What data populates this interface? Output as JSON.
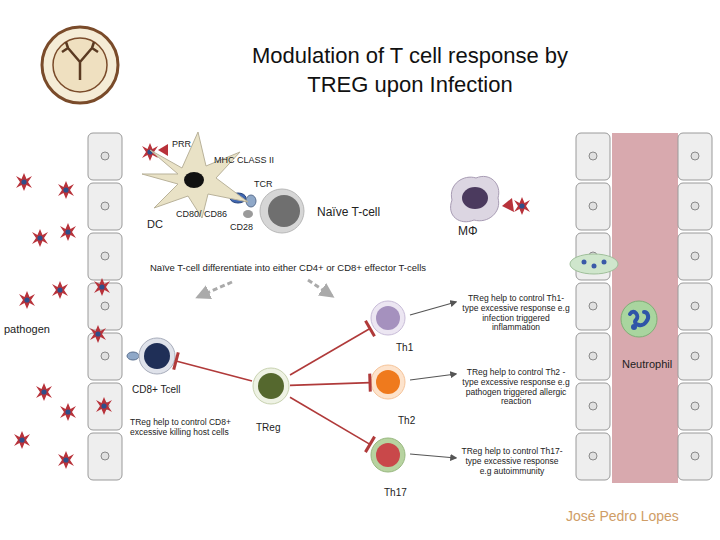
{
  "diagram": {
    "title": "Modulation of T cell response by TREG upon Infection",
    "nodes": [
      {
        "text": [
          "DC"
        ]
      },
      {
        "text": [
          "Naïve T-cell"
        ]
      },
      {
        "text": [
          "MΦ"
        ]
      },
      {
        "text": [
          "Th1"
        ]
      },
      {
        "text": [
          "Neutrophil"
        ]
      },
      {
        "text": [
          "CD8+ Tcell"
        ]
      },
      {
        "text": [
          "TReg"
        ]
      },
      {
        "text": [
          "Th2"
        ]
      },
      {
        "text": [
          "Th17"
        ]
      }
    ],
    "edges": [
      {
        "from": 6,
        "to": 3,
        "arrow": "to"
      },
      {
        "from": 6,
        "to": 7,
        "arrow": "to"
      },
      {
        "from": 6,
        "to": 8,
        "arrow": "to"
      },
      {
        "from": 6,
        "to": 5,
        "arrow": "to"
      }
    ],
    "labels": [
      "PRR",
      "MHC CLASS II",
      "TCR",
      "CD80/ CD86",
      "CD28",
      "Naïve T-cell differentiate into either CD4+ or CD8+ effector T-cells",
      "pathogen",
      "TReg help to control Th1-type excessive response e.g infection triggered inflammation",
      "TReg help to control Th2 -type excessive response e.g pathogen triggered allergic reaction",
      "TReg help to control CD8+ excessive killing host cells",
      "TReg help to control Th17-type excessive response e.g autoimmunity",
      "José Pedro Lopes"
    ]
  }
}
